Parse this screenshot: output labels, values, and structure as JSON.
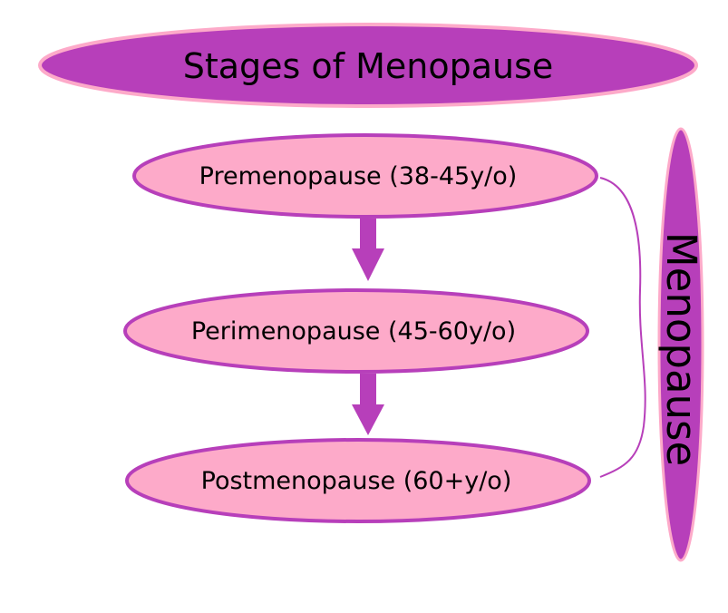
{
  "title": "Stages of Menopause",
  "stages": [
    {
      "label": "Premenopause (38-45y/o)"
    },
    {
      "label": "Perimenopause (45-60y/o)"
    },
    {
      "label": "Postmenopause (60+y/o)"
    }
  ],
  "side_label": "Menopause",
  "colors": {
    "purple": "#b73fba",
    "pink": "#fdaac9",
    "text": "#000000"
  }
}
